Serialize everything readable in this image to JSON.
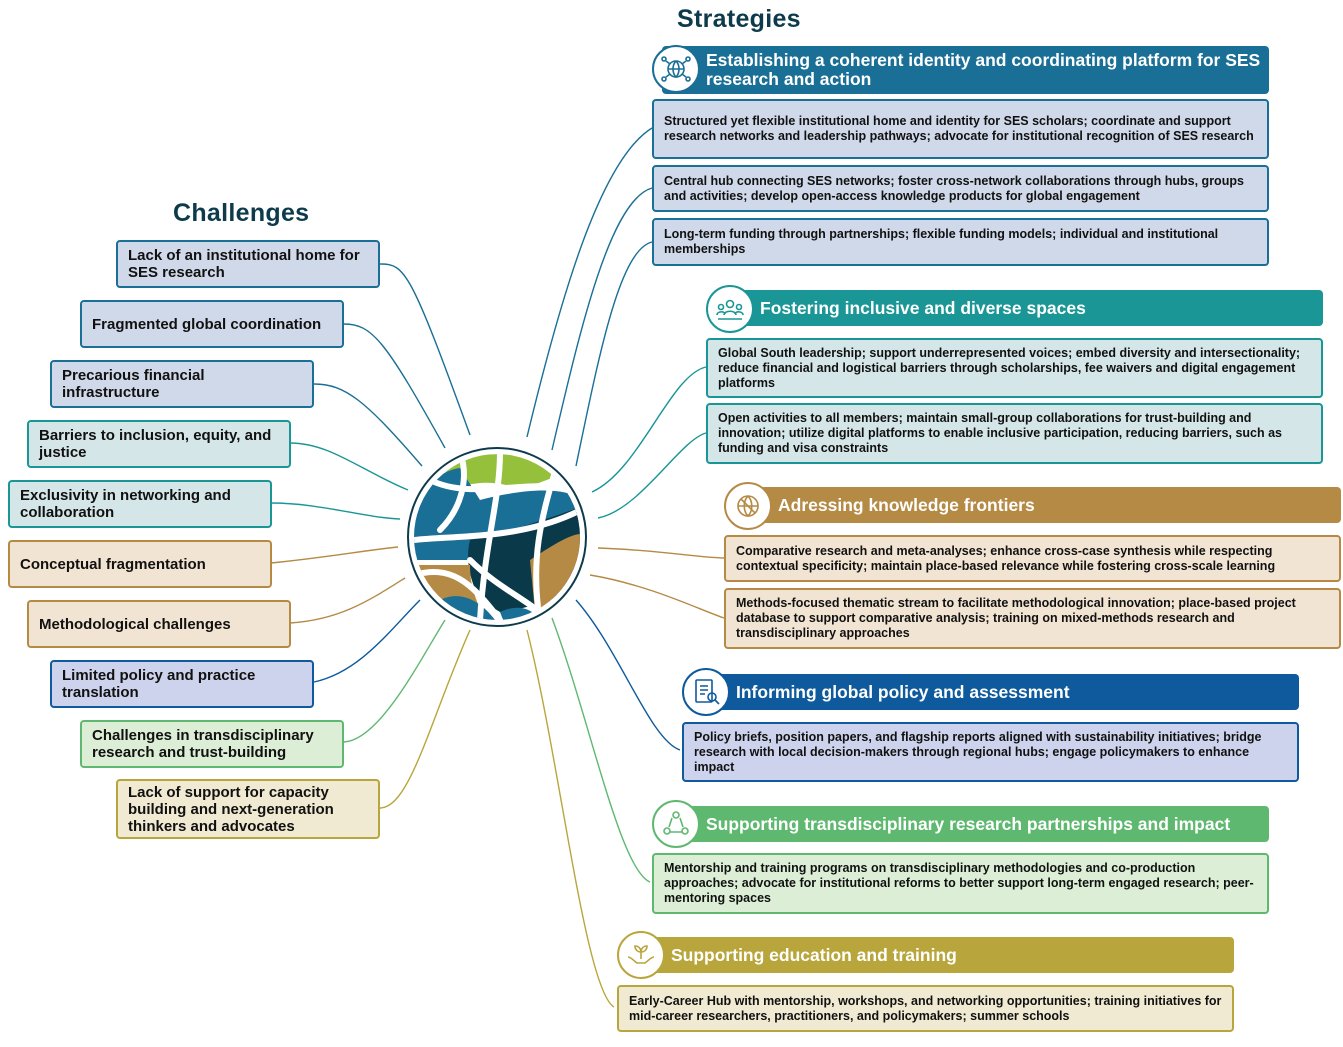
{
  "challenges": {
    "title": "Challenges",
    "items": [
      {
        "label": "Lack of an institutional home for SES research"
      },
      {
        "label": "Fragmented global coordination"
      },
      {
        "label": "Precarious financial infrastructure"
      },
      {
        "label": "Barriers to inclusion, equity, and justice"
      },
      {
        "label": "Exclusivity in networking and collaboration"
      },
      {
        "label": "Conceptual fragmentation"
      },
      {
        "label": "Methodological challenges"
      },
      {
        "label": "Limited policy and practice translation"
      },
      {
        "label": "Challenges in transdisciplinary research and trust-building"
      },
      {
        "label": "Lack of support for capacity building and next-generation thinkers and advocates"
      }
    ]
  },
  "strategies": {
    "title": "Strategies",
    "groups": [
      {
        "title": "Establishing a coherent identity and coordinating platform for SES research and action",
        "icon": "globe-network-icon",
        "color": "#1a6f96",
        "details": [
          "Structured yet flexible institutional home and identity for SES scholars; coordinate and support research networks and leadership pathways; advocate for institutional recognition of SES research",
          "Central hub connecting SES networks; foster cross-network collaborations through hubs, groups and activities; develop open-access knowledge products for global engagement",
          "Long-term funding through partnerships; flexible funding models; individual and institutional memberships"
        ]
      },
      {
        "title": "Fostering inclusive and diverse spaces",
        "icon": "people-group-icon",
        "color": "#1a9696",
        "details": [
          "Global South leadership; support underrepresented voices; embed diversity and intersectionality; reduce financial and logistical barriers through scholarships, fee waivers and digital engagement platforms",
          "Open activities to all members; maintain small-group collaborations for trust-building and innovation; utilize digital platforms to enable inclusive participation, reducing barriers, such as funding and visa constraints"
        ]
      },
      {
        "title": "Adressing knowledge frontiers",
        "icon": "knowledge-globe-icon",
        "color": "#b58a45",
        "details": [
          "Comparative research and meta-analyses; enhance cross-case synthesis while respecting contextual specificity; maintain place-based relevance while fostering cross-scale learning",
          "Methods-focused thematic stream to facilitate methodological innovation; place-based project database to support comparative analysis; training on mixed-methods research and transdisciplinary approaches"
        ]
      },
      {
        "title": "Informing global policy and assessment",
        "icon": "policy-document-icon",
        "color": "#0e5a9c",
        "details": [
          "Policy briefs, position papers, and flagship reports aligned with sustainability initiatives; bridge research with local decision-makers through regional hubs; engage policymakers to enhance impact"
        ]
      },
      {
        "title": "Supporting transdisciplinary research partnerships and impact",
        "icon": "partnership-cycle-icon",
        "color": "#5fb870",
        "details": [
          "Mentorship and training programs on transdisciplinary methodologies and co-production approaches; advocate for institutional reforms to better support long-term engaged research; peer-mentoring spaces"
        ]
      },
      {
        "title": "Supporting education and training",
        "icon": "hands-sprout-icon",
        "color": "#b8a63c",
        "details": [
          "Early-Career Hub with mentorship, workshops, and networking opportunities; training initiatives for mid-career researchers, practitioners, and policymakers; summer schools"
        ]
      }
    ]
  },
  "central_emblem": {
    "icon": "ses-network-globe-icon"
  }
}
